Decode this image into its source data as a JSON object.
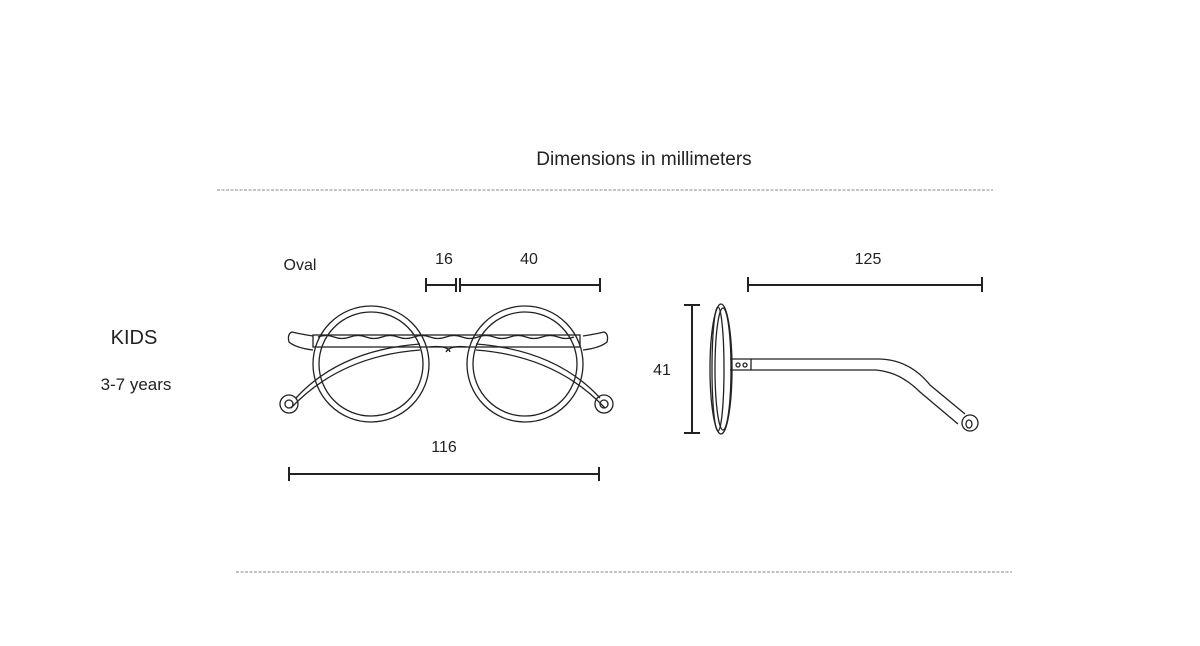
{
  "title": "Dimensions in millimeters",
  "category": {
    "label": "KIDS",
    "age_range": "3-7 years"
  },
  "front_view": {
    "shape": "Oval",
    "bridge_width": "16",
    "lens_width": "40",
    "total_width": "116"
  },
  "side_view": {
    "temple_length": "125",
    "lens_height": "41"
  }
}
